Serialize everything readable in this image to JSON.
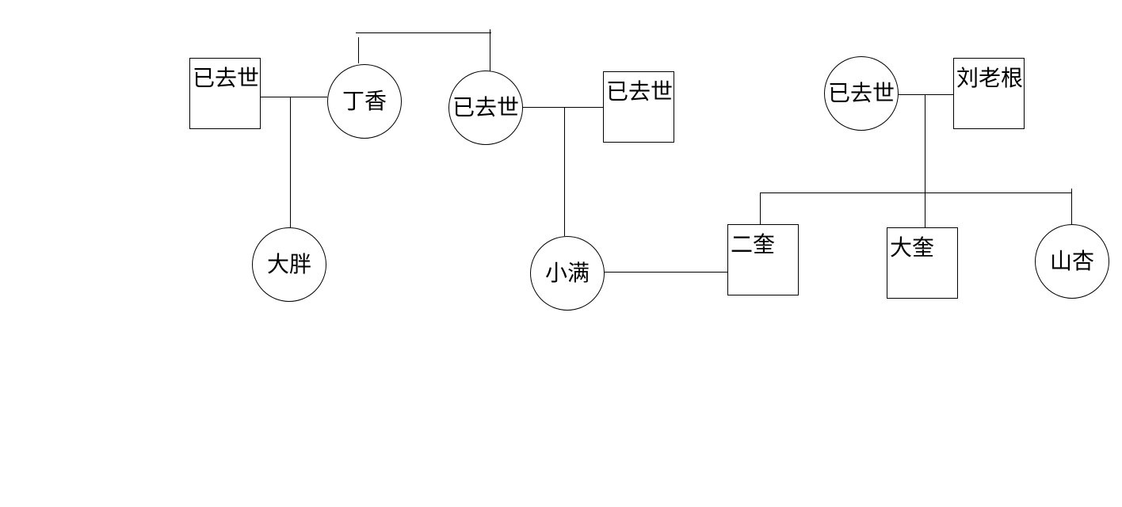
{
  "diagram": {
    "type": "family-tree-genogram",
    "background_color": "#ffffff",
    "line_color": "#000000",
    "text_color": "#000000"
  },
  "nodes": [
    {
      "id": "deceased-husband-of-dingxiang",
      "label": "已去世",
      "shape": "square"
    },
    {
      "id": "dingxiang",
      "label": "丁香",
      "shape": "circle"
    },
    {
      "id": "deceased-wife-middle",
      "label": "已去世",
      "shape": "circle"
    },
    {
      "id": "deceased-husband-middle",
      "label": "已去世",
      "shape": "square"
    },
    {
      "id": "deceased-wife-of-liulaogen",
      "label": "已去世",
      "shape": "circle"
    },
    {
      "id": "liulaogen",
      "label": "刘老根",
      "shape": "square"
    },
    {
      "id": "dapang",
      "label": "大胖",
      "shape": "circle"
    },
    {
      "id": "xiaoman",
      "label": "小满",
      "shape": "circle"
    },
    {
      "id": "erkui",
      "label": "二奎",
      "shape": "square"
    },
    {
      "id": "dakui",
      "label": "大奎",
      "shape": "square"
    },
    {
      "id": "shanxing",
      "label": "山杏",
      "shape": "circle"
    }
  ],
  "edges": [
    {
      "type": "sibling-bar",
      "between": [
        "dingxiang",
        "deceased-wife-middle"
      ]
    },
    {
      "type": "couple",
      "between": [
        "deceased-husband-of-dingxiang",
        "dingxiang"
      ],
      "child": "dapang"
    },
    {
      "type": "couple",
      "between": [
        "deceased-wife-middle",
        "deceased-husband-middle"
      ],
      "child": "xiaoman"
    },
    {
      "type": "couple",
      "between": [
        "xiaoman",
        "erkui"
      ]
    },
    {
      "type": "couple",
      "between": [
        "deceased-wife-of-liulaogen",
        "liulaogen"
      ],
      "children": [
        "erkui",
        "dakui",
        "shanxing"
      ]
    }
  ]
}
